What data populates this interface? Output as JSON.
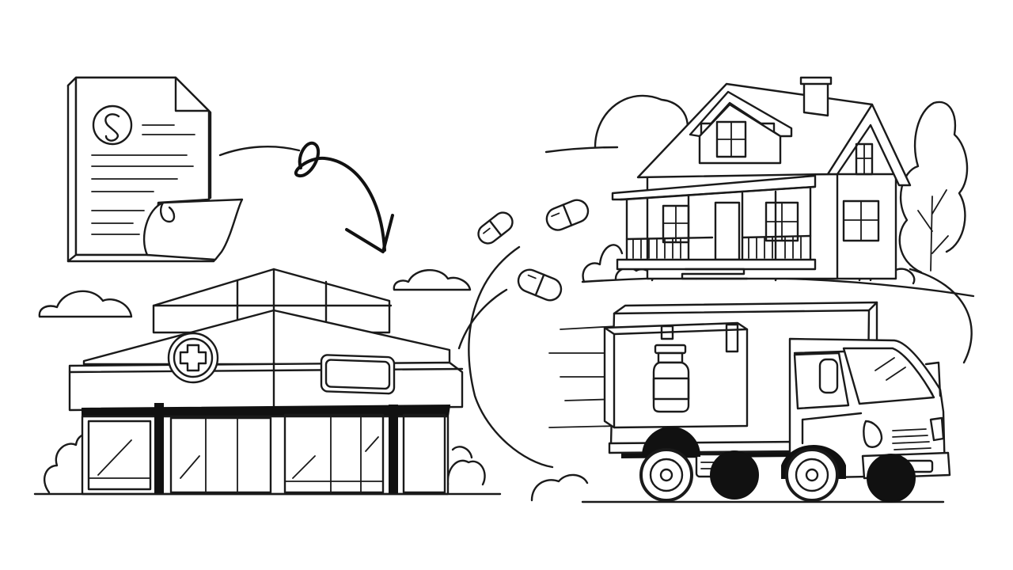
{
  "scene": {
    "background": "#ffffff",
    "line_color": "#1a1a1a",
    "elements": [
      "prescription-document",
      "pharmacy-storefront",
      "pill-capsules",
      "house",
      "delivery-truck",
      "medicine-bottle"
    ]
  }
}
